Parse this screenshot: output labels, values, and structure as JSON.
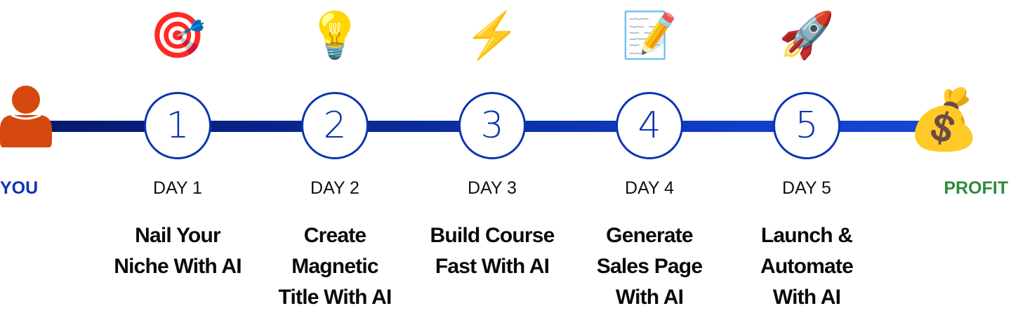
{
  "start": {
    "label": "YOU",
    "icon": "person-icon",
    "color": "#0c33b8",
    "icon_color": "#d5480f"
  },
  "end": {
    "label": "PROFIT",
    "icon": "money-bag-icon",
    "emoji": "💰",
    "color": "#2e8b3a"
  },
  "line_colors": [
    "#051a6e",
    "#1746d6"
  ],
  "circle_color": "#0b34b0",
  "steps": [
    {
      "number": "1",
      "day": "DAY 1",
      "icon": "target-icon",
      "emoji": "🎯",
      "title_lines": [
        "Nail Your",
        "Niche With AI"
      ]
    },
    {
      "number": "2",
      "day": "DAY 2",
      "icon": "lightbulb-icon",
      "emoji": "💡",
      "title_lines": [
        "Create",
        "Magnetic",
        "Title With AI"
      ]
    },
    {
      "number": "3",
      "day": "DAY 3",
      "icon": "lightning-icon",
      "emoji": "⚡",
      "title_lines": [
        "Build Course",
        "Fast With AI"
      ]
    },
    {
      "number": "4",
      "day": "DAY 4",
      "icon": "memo-pencil-icon",
      "emoji": "📝",
      "title_lines": [
        "Generate",
        "Sales Page",
        "With AI"
      ]
    },
    {
      "number": "5",
      "day": "DAY 5",
      "icon": "rocket-icon",
      "emoji": "🚀",
      "title_lines": [
        "Launch &",
        "Automate",
        "With AI"
      ]
    }
  ]
}
